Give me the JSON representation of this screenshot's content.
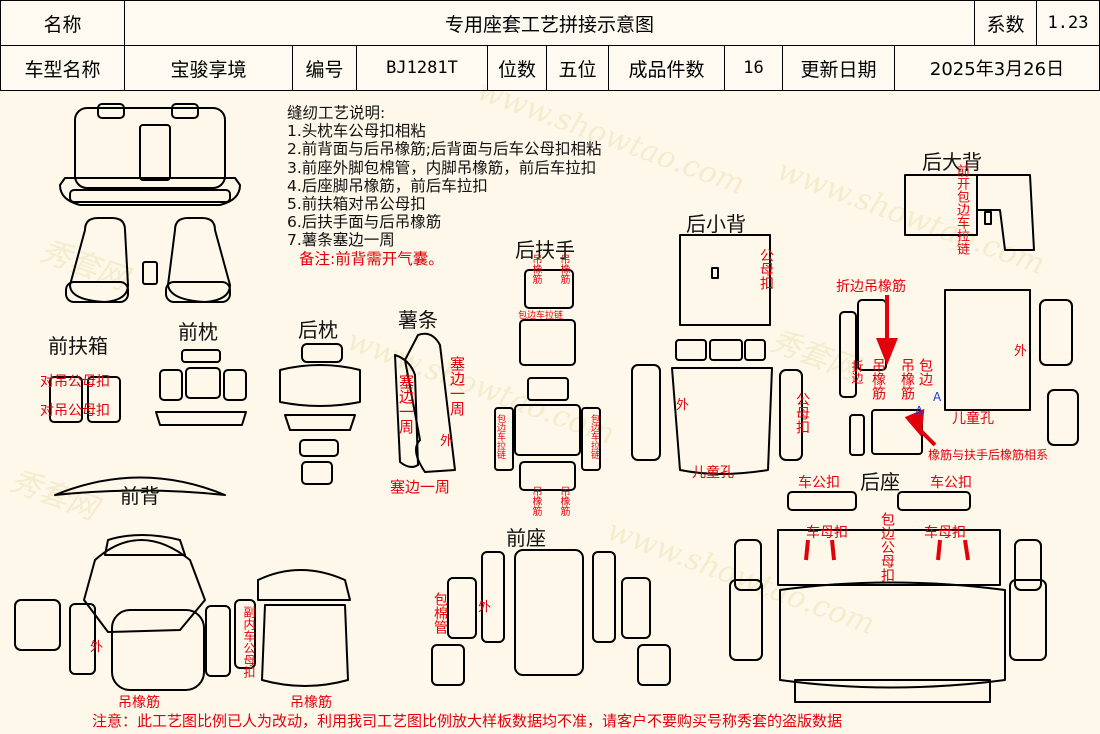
{
  "header": {
    "row1": {
      "name_label": "名称",
      "title": "专用座套工艺拼接示意图",
      "coef_label": "系数",
      "coef_value": "1.23"
    },
    "row2": {
      "model_label": "车型名称",
      "model_value": "宝骏享境",
      "code_label": "编号",
      "code_value": "BJ1281T",
      "seats_label": "位数",
      "seats_value": "五位",
      "pieces_label": "成品件数",
      "pieces_value": "16",
      "update_label": "更新日期",
      "update_value": "2025年3月26日"
    }
  },
  "notes": {
    "heading": "缝纫工艺说明:",
    "items": [
      "1.头枕车公母扣相粘",
      "2.前背面与后吊橡筋;后背面与后车公母扣相粘",
      "3.前座外脚包棉管，内脚吊橡筋，前后车拉扣",
      "4.后座脚吊橡筋，前后车拉扣",
      "5.前扶箱对吊公母扣",
      "6.后扶手面与后吊橡筋",
      "7.薯条塞边一周"
    ],
    "remark": "备注:前背需开气囊。"
  },
  "sections": {
    "front_armbox": "前扶箱",
    "front_headrest": "前枕",
    "rear_headrest": "后枕",
    "chips": "薯条",
    "rear_armrest": "后扶手",
    "rear_small_back": "后小背",
    "rear_big_back": "后大背",
    "front_back": "前背",
    "front_seat": "前座",
    "rear_seat": "后座"
  },
  "annotations": {
    "armbox_a": "对吊公母扣",
    "armbox_b": "对吊公母扣",
    "chips_tuck_a": "塞边一周",
    "chips_tuck_b": "塞边一周",
    "chips_tuck_c": "塞边一周",
    "chips_outer": "外",
    "armrest_elastic_1": "吊橡筋",
    "armrest_elastic_2": "吊橡筋",
    "armrest_pull": "包边车拉链",
    "armrest_wrap_l": "包边车拉链",
    "armrest_wrap_r": "包边车拉链",
    "armrest_elastic_3": "吊橡筋",
    "armrest_elastic_4": "吊橡筋",
    "small_back_male_female": "公母扣",
    "small_back_outer": "外",
    "small_back_male_female_2": "公母扣",
    "small_back_child_hole": "儿童孔",
    "big_back_zip": "前开包边车拉链",
    "big_back_fold": "折边吊橡筋",
    "big_back_fold2": "折边",
    "big_back_hang": "吊橡筋",
    "big_back_wrap": "包边",
    "big_back_outer": "外",
    "big_back_child": "儿童孔",
    "big_back_note": "橡筋与扶手后橡筋相系",
    "front_back_inner": "副内车公母扣",
    "front_back_outer": "外",
    "front_back_elastic_1": "吊橡筋",
    "front_back_elastic_2": "吊橡筋",
    "front_seat_tube": "包棉管",
    "front_seat_outer": "外",
    "rear_seat_car_btn_l": "车公扣",
    "rear_seat_car_btn_r": "车公扣",
    "rear_seat_mother_l": "车母扣",
    "rear_seat_mother_r": "车母扣",
    "rear_seat_wrap": "包边公母扣",
    "letter_a": "A",
    "letter_a2": "A"
  },
  "footer": "注意：此工艺图比例已人为改动，利用我司工艺图比例放大样板数据均不准，请客户不要购买号称秀套的盗版数据",
  "watermark": "www.showtao.com",
  "watermark_cn": "秀套网",
  "colors": {
    "background": "#fdf8ea",
    "annotation": "#e3000b",
    "line": "#000000",
    "marker_blue": "#1a3fd0"
  }
}
